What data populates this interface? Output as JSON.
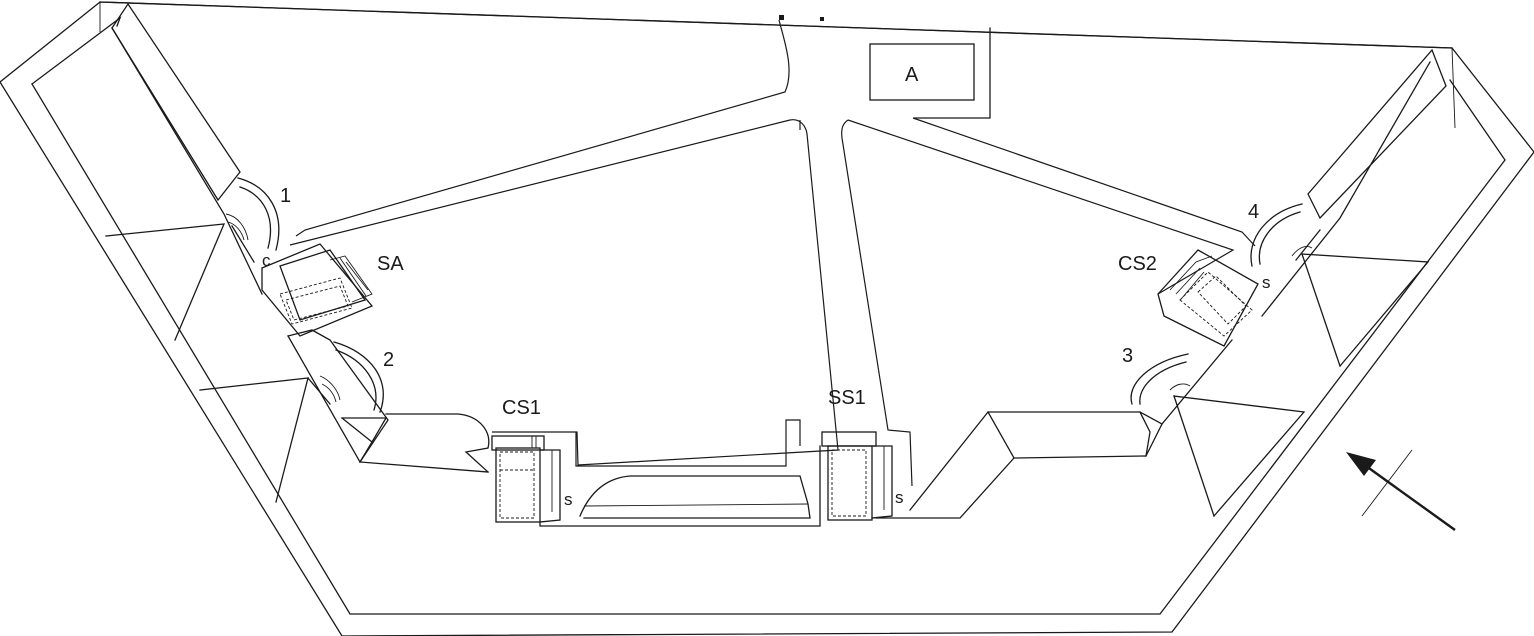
{
  "labels": {
    "building_a": "A",
    "sa": "SA",
    "cs1": "CS1",
    "ss1": "SS1",
    "cs2": "CS2",
    "bastion_1": "1",
    "bastion_2": "2",
    "bastion_3": "3",
    "bastion_4": "4",
    "c_mark": "c",
    "s_mark_cs1": "s",
    "s_mark_ss1": "s",
    "s_mark_cs2": "s"
  },
  "icons": {
    "north_arrow": "north-arrow-icon"
  },
  "colors": {
    "line": "#1a1a1a",
    "background": "#ffffff"
  }
}
